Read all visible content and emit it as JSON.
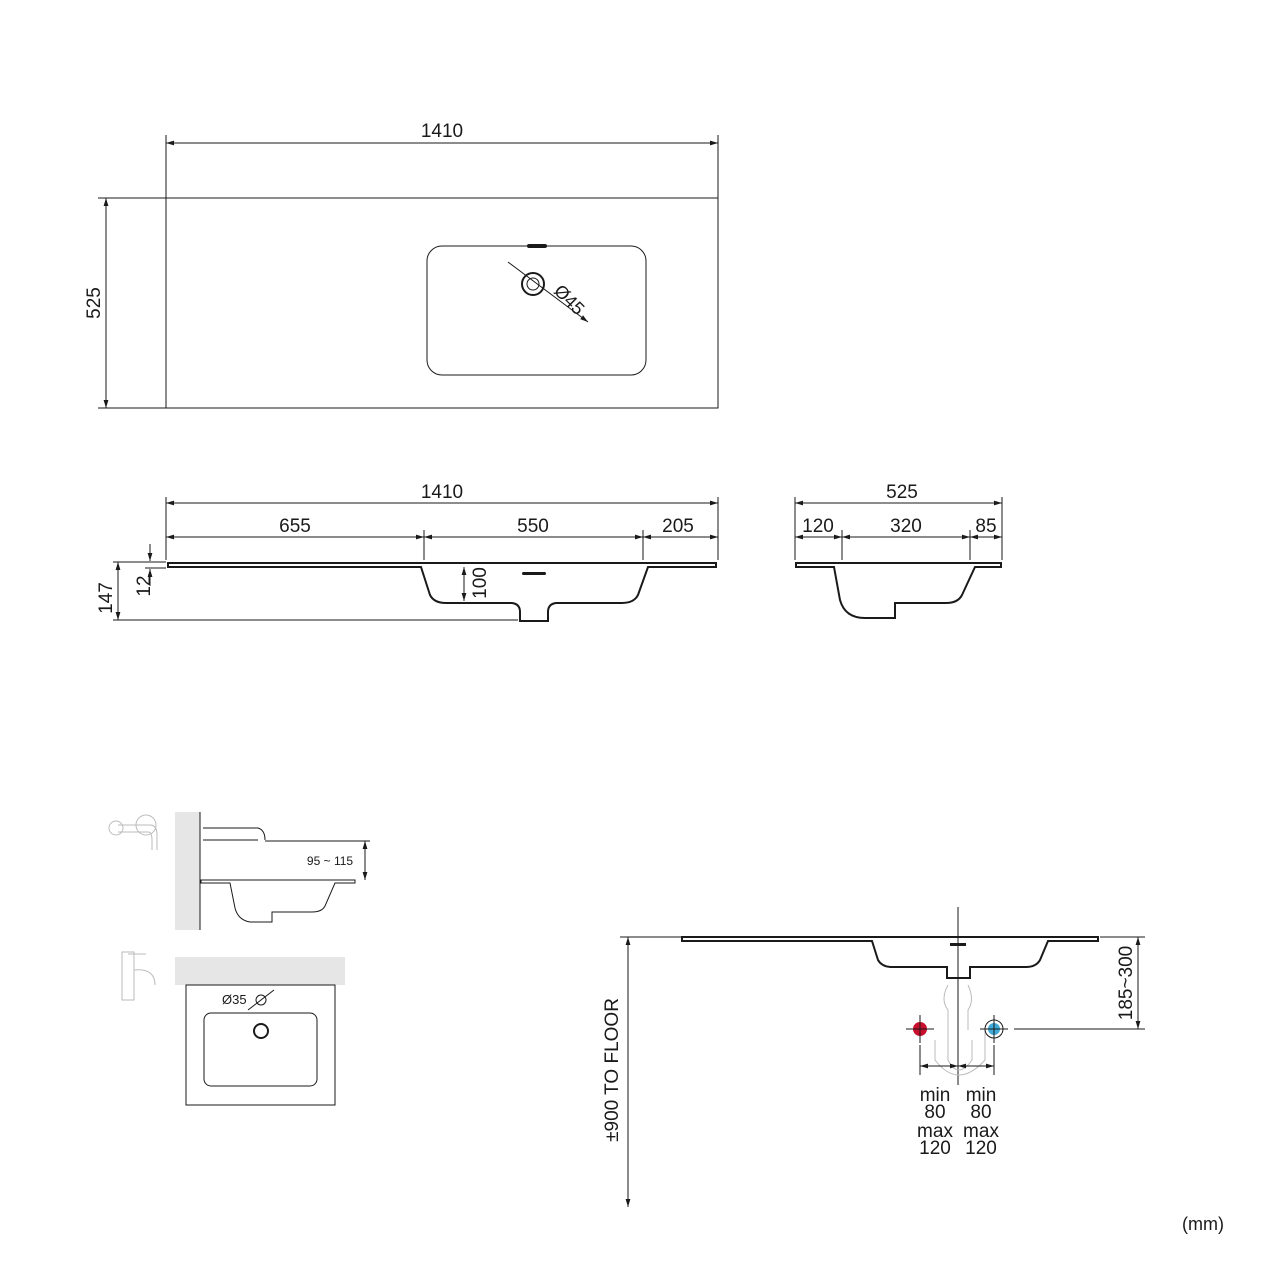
{
  "units": "(mm)",
  "top_view": {
    "width": "1410",
    "depth": "525",
    "drain_diameter": "Ø45"
  },
  "front_view": {
    "total_width": "1410",
    "left": "655",
    "basin": "550",
    "right": "205",
    "total_height": "147",
    "slab_thickness": "12",
    "basin_depth": "100"
  },
  "side_view": {
    "depth": "525",
    "front": "120",
    "basin": "320",
    "back": "85"
  },
  "wall_tap": {
    "spout_height": "95 ~ 115"
  },
  "deck_tap": {
    "tap_hole": "Ø35"
  },
  "installation": {
    "floor_height": "±900 TO FLOOR",
    "supply_height": "185~300",
    "left_offset": {
      "min_label": "min",
      "min": "80",
      "max_label": "max",
      "max": "120"
    },
    "right_offset": {
      "min_label": "min",
      "min": "80",
      "max_label": "max",
      "max": "120"
    },
    "colors": {
      "hot": "#c8102e",
      "cold": "#3fa9d8"
    }
  }
}
